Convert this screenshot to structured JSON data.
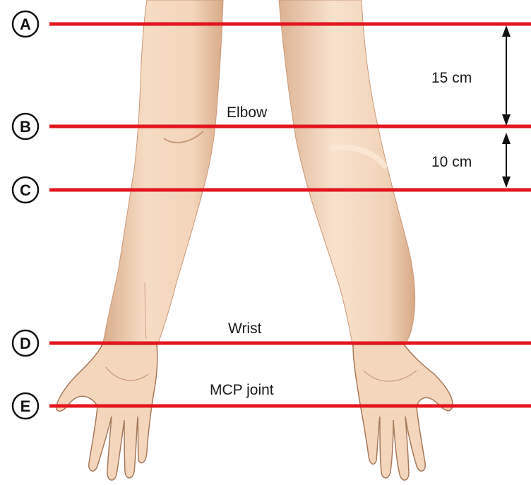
{
  "diagram": {
    "colors": {
      "line": "#e3151e",
      "skin": "#f2d6bd",
      "skin_shadow": "#d9b08f",
      "arrow": "#111111"
    },
    "level_markers": [
      "A",
      "B",
      "C",
      "D",
      "E"
    ],
    "labels": {
      "elbow": "Elbow",
      "wrist": "Wrist",
      "mcp": "MCP joint"
    },
    "measurements": {
      "upper": "15 cm",
      "lower": "10 cm"
    }
  }
}
